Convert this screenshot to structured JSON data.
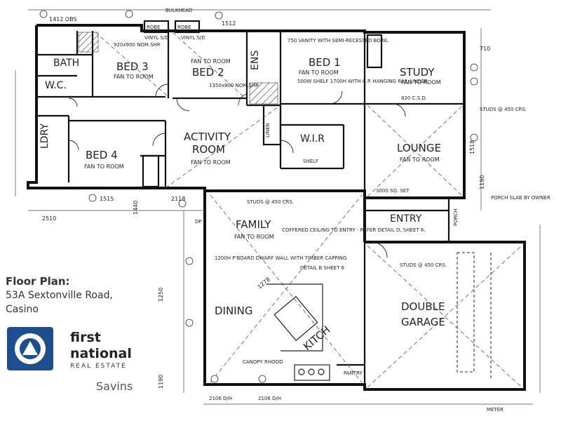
{
  "caption": {
    "title": "Floor Plan:",
    "address_line1": "53A Sextonville Road,",
    "address_line2": "Casino"
  },
  "brand": {
    "line1": "first",
    "line2": "national",
    "line3": "REAL ESTATE",
    "agency": "Savins",
    "logo_color": "#1f4e8c"
  },
  "rooms": {
    "bath": "BATH",
    "wc": "W.C.",
    "ldry": "LDRY",
    "bed3": "BED 3",
    "bed2": "BED 2",
    "ens": "ENS",
    "bed1": "BED 1",
    "study": "STUDY",
    "bed4": "BED 4",
    "activity1": "ACTIVITY",
    "activity2": "ROOM",
    "wir": "W.I.R",
    "lounge": "LOUNGE",
    "family": "FAMILY",
    "entry": "ENTRY",
    "porch": "PORCH",
    "dining": "DINING",
    "kitch": "KITCH",
    "garage1": "DOUBLE",
    "garage2": "GARAGE",
    "pantry": "PANTRY"
  },
  "notes": {
    "fan_to_room": "FAN TO ROOM",
    "studs_450": "STUDS @ 450 CRS.",
    "robe": "ROBE",
    "linen": "LINEN",
    "shelf": "SHELF",
    "bulkhead": "BULKHEAD",
    "porch_slab": "PORCH SLAB BY OWNER",
    "coffered": "COFFERED CEILING TO ENTRY - REFER DETAIL D, SHEET 6.",
    "vanity": "750 VANITY WITH SEMI-RECESSED BOWL",
    "shelf_note": "500W SHELF 1700H WITH C.P. HANGING RAIL UNDER",
    "nom_shr1": "920x900 NOM.SHR",
    "nom_shr2": "1350x800 NOM.SHR",
    "vinyl": "VINYL S/D",
    "sq_set": "3000 SQ. SET",
    "csd": "820 C.S.D.",
    "dwarf": "1200H P'BOARD DWARF WALL WITH TIMBER CAPPING",
    "detail_b": "DETAIL B SHEET 6",
    "canopy": "CANOPY RHOOD",
    "meter": "METER",
    "dp": "DP",
    "dims": [
      "2510",
      "1250",
      "1190",
      "1440",
      "1515",
      "2118",
      "1512",
      "1412 OBS",
      "710",
      "1518",
      "1190",
      "2106 D/H",
      "2106 D/H",
      "1278"
    ]
  }
}
